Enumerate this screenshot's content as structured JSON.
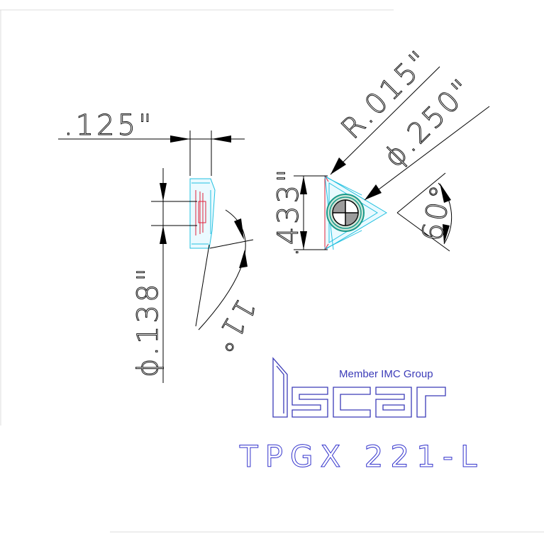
{
  "drawing": {
    "dimensions": {
      "width_dim": ".125\"",
      "diameter_small": "ϕ.138\"",
      "angle_side": "11°",
      "radius": "R.015\"",
      "diameter_hole": "ϕ.250\"",
      "height": ".433\"",
      "angle_tip": "60°"
    },
    "logo": {
      "tagline": "Member IMC Group",
      "brand": "iscar"
    },
    "part_number": "TPGX  221-L",
    "colors": {
      "outline": "#000000",
      "insert_cyan": "#22c0e0",
      "detail_red": "#e0203a",
      "hole_green": "#1a9a8a",
      "logo_blue": "#3b3bb8"
    }
  }
}
